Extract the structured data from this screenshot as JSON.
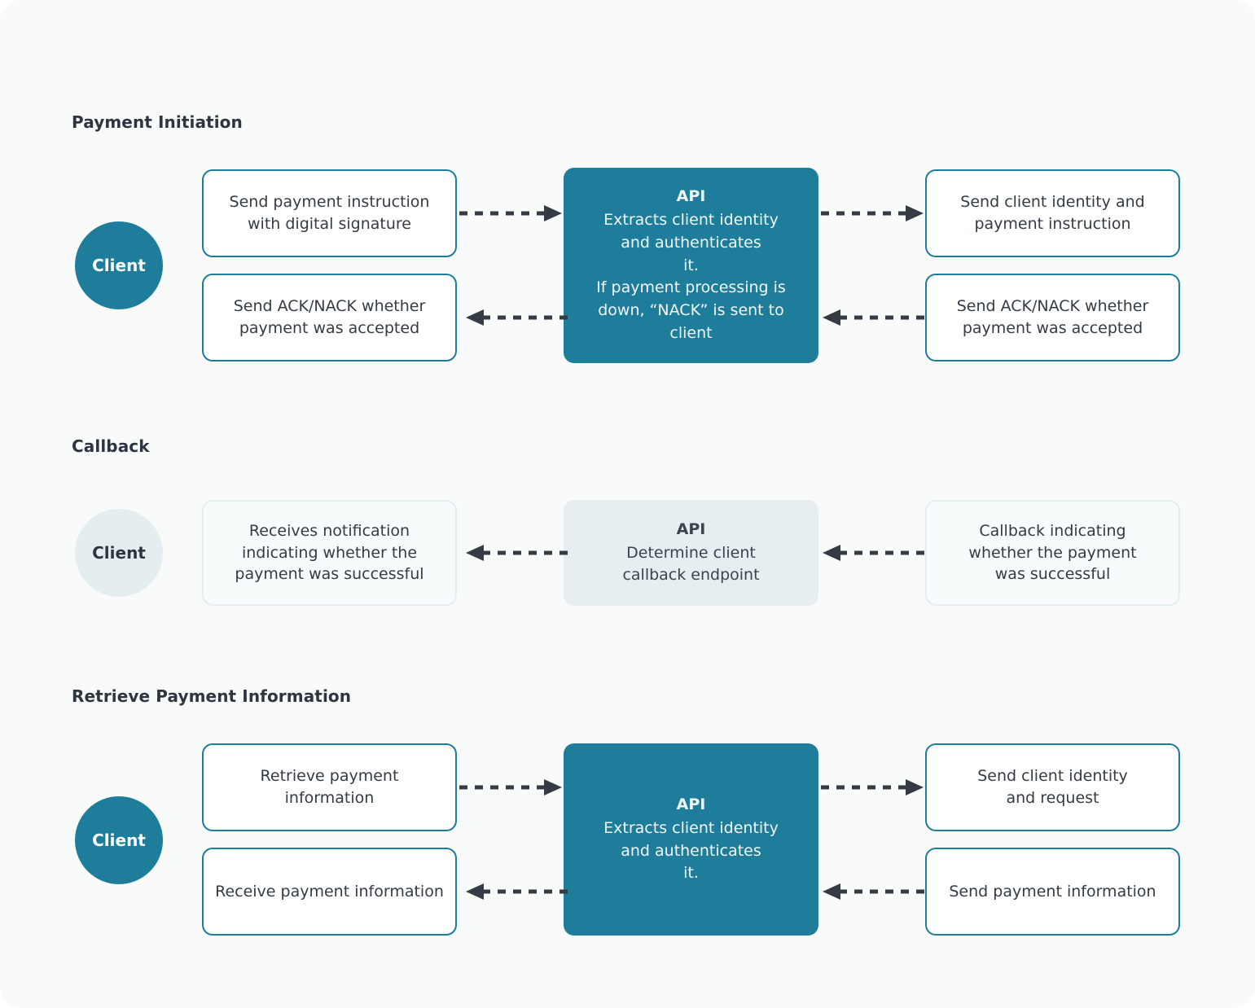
{
  "colors": {
    "accent": "#1d7d9b",
    "accent_muted": "#e6eef1",
    "text_dark": "#2d3640",
    "body_text": "#333b44",
    "canvas_bg": "#f9fbfb",
    "arrow": "#333b44",
    "box_border_muted": "#e2eef2"
  },
  "sections": [
    {
      "id": "payment-initiation",
      "title": "Payment Initiation",
      "style": "active",
      "client": {
        "label": "Client"
      },
      "api": {
        "title": "API",
        "body": "Extracts client identity\nand authenticates\nit.\nIf payment processing is\ndown, “NACK” is sent to\nclient"
      },
      "left_boxes": [
        {
          "text": "Send payment instruction\nwith digital signature"
        },
        {
          "text": "Send ACK/NACK whether\npayment was accepted"
        }
      ],
      "right_boxes": [
        {
          "text": "Send client identity and\npayment instruction"
        },
        {
          "text": "Send ACK/NACK whether\npayment was accepted"
        }
      ],
      "arrows": [
        {
          "name": "arrow-client-to-api",
          "direction": "right"
        },
        {
          "name": "arrow-api-to-client",
          "direction": "left"
        },
        {
          "name": "arrow-api-to-backend",
          "direction": "right"
        },
        {
          "name": "arrow-backend-to-api",
          "direction": "left"
        }
      ]
    },
    {
      "id": "callback",
      "title": "Callback",
      "style": "muted",
      "client": {
        "label": "Client"
      },
      "api": {
        "title": "API",
        "body": "Determine client\ncallback endpoint"
      },
      "left_boxes": [
        {
          "text": "Receives notification\nindicating whether the\npayment was successful"
        }
      ],
      "right_boxes": [
        {
          "text": "Callback indicating\nwhether the payment\nwas successful"
        }
      ],
      "arrows": [
        {
          "name": "arrow-api-to-client",
          "direction": "left"
        },
        {
          "name": "arrow-backend-to-api",
          "direction": "left"
        }
      ]
    },
    {
      "id": "retrieve-payment-information",
      "title": "Retrieve Payment Information",
      "style": "active",
      "client": {
        "label": "Client"
      },
      "api": {
        "title": "API",
        "body": "Extracts client identity\nand authenticates\nit."
      },
      "left_boxes": [
        {
          "text": "Retrieve payment information"
        },
        {
          "text": "Receive payment information"
        }
      ],
      "right_boxes": [
        {
          "text": "Send client identity\nand request"
        },
        {
          "text": "Send payment information"
        }
      ],
      "arrows": [
        {
          "name": "arrow-client-to-api",
          "direction": "right"
        },
        {
          "name": "arrow-api-to-client",
          "direction": "left"
        },
        {
          "name": "arrow-api-to-backend",
          "direction": "right"
        },
        {
          "name": "arrow-backend-to-api",
          "direction": "left"
        }
      ]
    }
  ]
}
